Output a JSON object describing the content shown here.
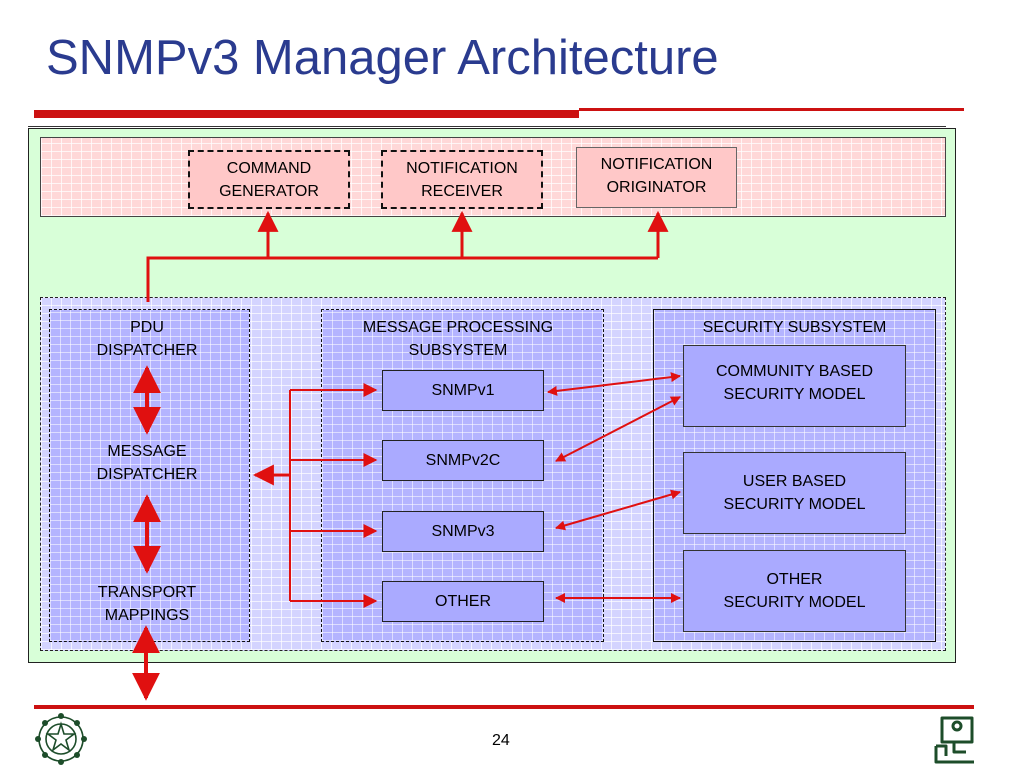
{
  "slide": {
    "title": "SNMPv3 Manager Architecture",
    "page_number": "24"
  },
  "applications": {
    "command_generator": [
      "COMMAND",
      "GENERATOR"
    ],
    "notification_receiver": [
      "NOTIFICATION",
      "RECEIVER"
    ],
    "notification_originator": [
      "NOTIFICATION",
      "ORIGINATOR"
    ]
  },
  "dispatcher": {
    "pdu": [
      "PDU",
      "DISPATCHER"
    ],
    "message": [
      "MESSAGE",
      "DISPATCHER"
    ],
    "transport": [
      "TRANSPORT",
      "MAPPINGS"
    ]
  },
  "message_processing": {
    "title": [
      "MESSAGE PROCESSING",
      "SUBSYSTEM"
    ],
    "models": [
      "SNMPv1",
      "SNMPv2C",
      "SNMPv3",
      "OTHER"
    ]
  },
  "security": {
    "title": "SECURITY SUBSYSTEM",
    "community": [
      "COMMUNITY BASED",
      "SECURITY MODEL"
    ],
    "user": [
      "USER BASED",
      "SECURITY MODEL"
    ],
    "other": [
      "OTHER",
      "SECURITY MODEL"
    ]
  },
  "colors": {
    "title": "#2a3b8f",
    "rule": "#cc1111",
    "arrow": "#e01010",
    "apps_band": "#ffd8d8",
    "engine_band": "#d4d4ff",
    "frame": "#d8ffd8"
  },
  "icons": {
    "left_logo": "university-seal-icon",
    "right_logo": "computer-user-icon"
  }
}
